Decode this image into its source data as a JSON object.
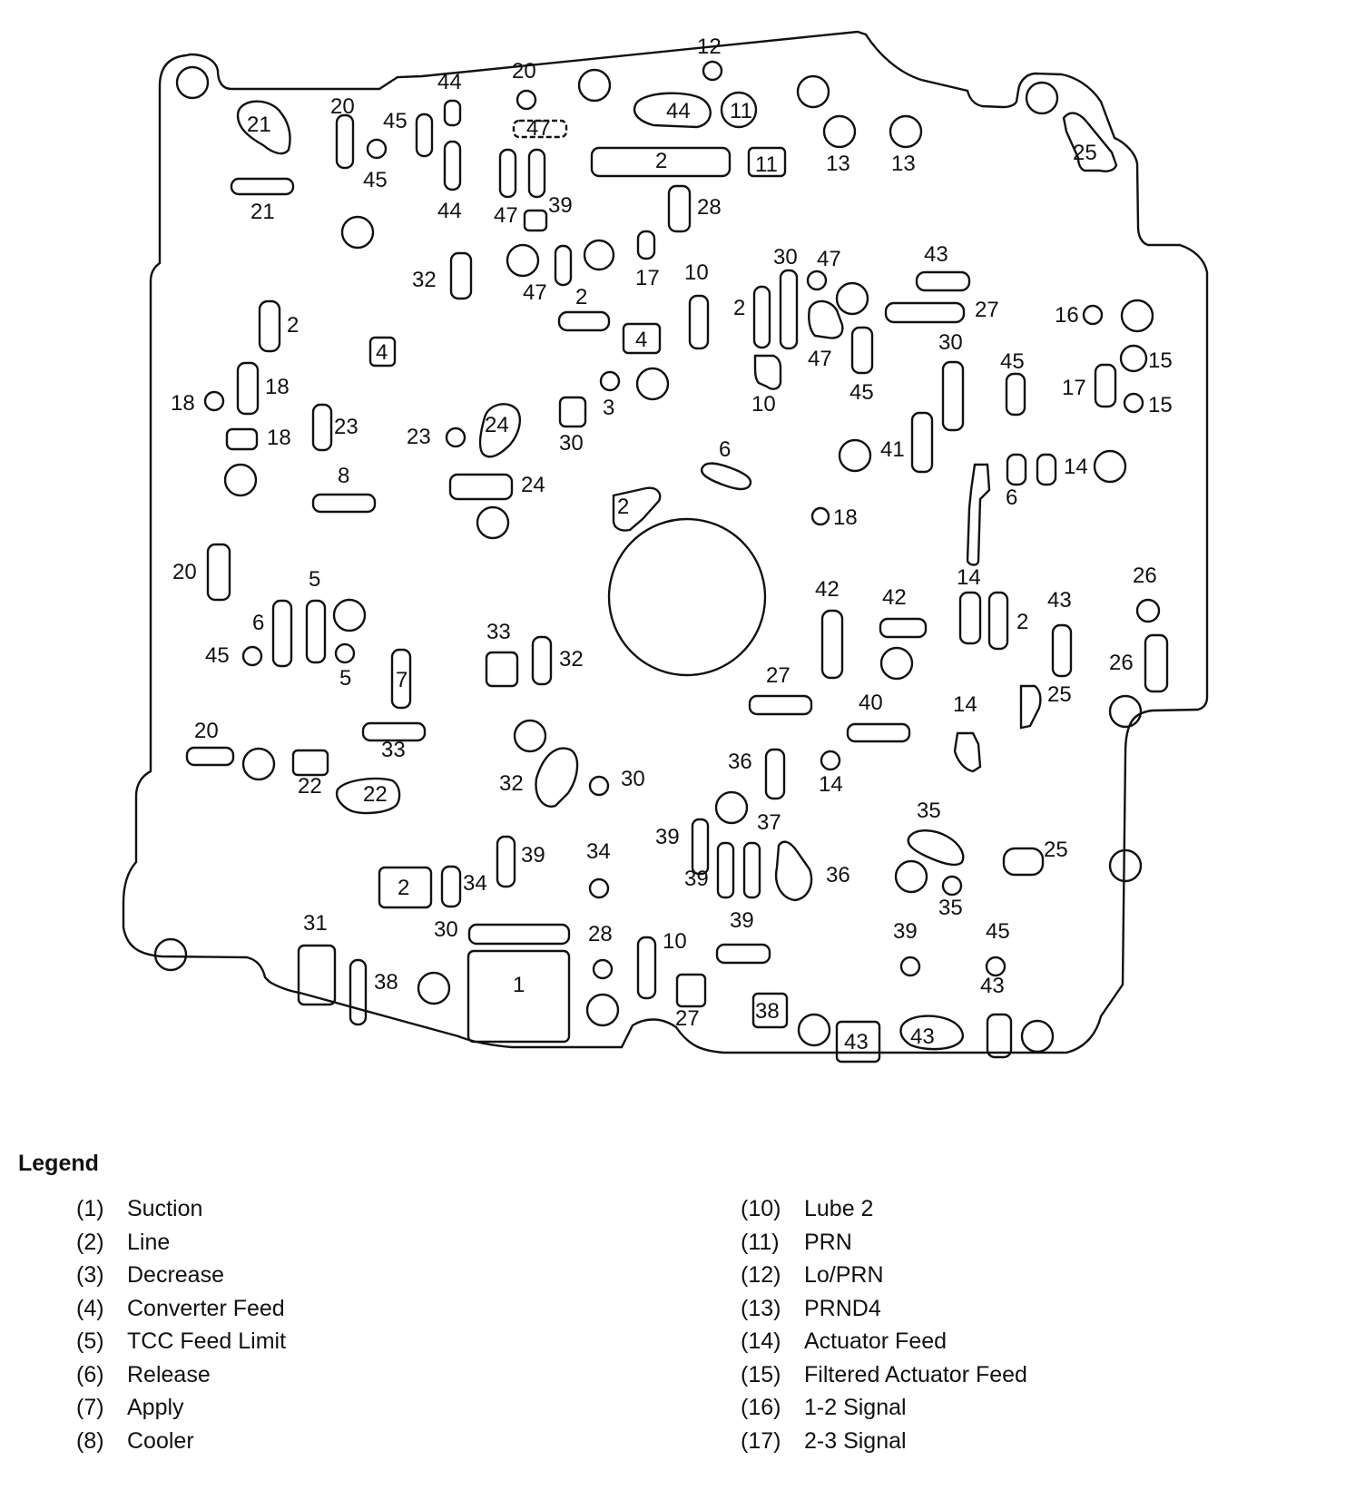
{
  "legend": {
    "title": "Legend",
    "left": [
      {
        "num": "(1)",
        "label": "Suction"
      },
      {
        "num": "(2)",
        "label": "Line"
      },
      {
        "num": "(3)",
        "label": "Decrease"
      },
      {
        "num": "(4)",
        "label": "Converter Feed"
      },
      {
        "num": "(5)",
        "label": "TCC Feed Limit"
      },
      {
        "num": "(6)",
        "label": "Release"
      },
      {
        "num": "(7)",
        "label": "Apply"
      },
      {
        "num": "(8)",
        "label": "Cooler"
      }
    ],
    "right": [
      {
        "num": "(10)",
        "label": "Lube 2"
      },
      {
        "num": "(11)",
        "label": "PRN"
      },
      {
        "num": "(12)",
        "label": "Lo/PRN"
      },
      {
        "num": "(13)",
        "label": "PRND4"
      },
      {
        "num": "(14)",
        "label": "Actuator Feed"
      },
      {
        "num": "(15)",
        "label": "Filtered Actuator Feed"
      },
      {
        "num": "(16)",
        "label": "1-2 Signal"
      },
      {
        "num": "(17)",
        "label": "2-3 Signal"
      }
    ]
  },
  "plate_labels": [
    "21",
    "21",
    "20",
    "45",
    "45",
    "44",
    "44",
    "20",
    "47",
    "39",
    "47",
    "12",
    "44",
    "11",
    "2",
    "11",
    "28",
    "13",
    "13",
    "25",
    "32",
    "2",
    "17",
    "47",
    "2",
    "10",
    "4",
    "30",
    "47",
    "43",
    "27",
    "16",
    "2",
    "4",
    "47",
    "10",
    "45",
    "30",
    "45",
    "15",
    "15",
    "17",
    "18",
    "18",
    "23",
    "23",
    "24",
    "3",
    "30",
    "18",
    "6",
    "41",
    "14",
    "6",
    "8",
    "24",
    "2",
    "18",
    "20",
    "14",
    "5",
    "6",
    "42",
    "42",
    "43",
    "2",
    "26",
    "45",
    "5",
    "7",
    "33",
    "32",
    "27",
    "26",
    "25",
    "20",
    "33",
    "22",
    "40",
    "14",
    "36",
    "14",
    "22",
    "32",
    "30",
    "37",
    "35",
    "39",
    "39",
    "34",
    "39",
    "36",
    "25",
    "2",
    "34",
    "35",
    "31",
    "30",
    "28",
    "10",
    "39",
    "39",
    "45",
    "38",
    "1",
    "27",
    "43",
    "38",
    "43",
    "43"
  ]
}
